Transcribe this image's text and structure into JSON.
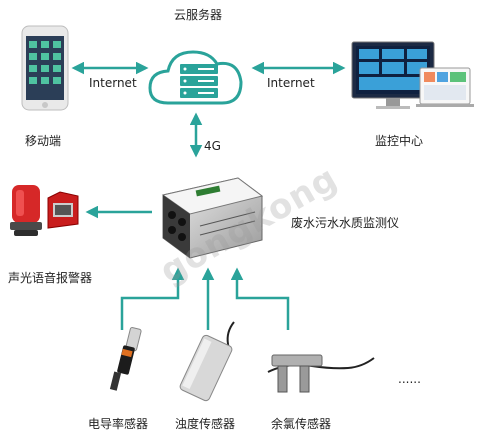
{
  "nodes": {
    "cloud": "云服务器",
    "mobile": "移动端",
    "monitor_center": "监控中心",
    "alarm": "声光语音报警器",
    "device": "废水污水水质监测仪"
  },
  "links": {
    "left_internet": "Internet",
    "right_internet": "Internet",
    "cellular": "4G"
  },
  "sensors": {
    "conductivity": "电导率感器",
    "turbidity": "浊度传感器",
    "chlorine": "余氯传感器",
    "more": "......"
  },
  "watermark": "gongkong",
  "colors": {
    "arrow": "#2aa39a",
    "cloud": "#2aa39a"
  }
}
